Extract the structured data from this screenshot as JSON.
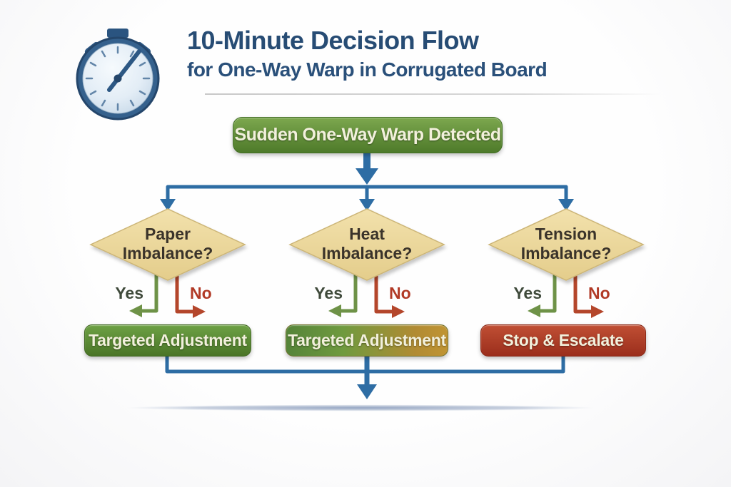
{
  "header": {
    "title": "10-Minute Decision Flow",
    "subtitle": "for One-Way Warp in Corrugated Board"
  },
  "flow": {
    "start": "Sudden One-Way Warp Detected",
    "branches": [
      {
        "question_line1": "Paper",
        "question_line2": "Imbalance?",
        "yes_label": "Yes",
        "no_label": "No",
        "result": "Targeted Adjustment"
      },
      {
        "question_line1": "Heat",
        "question_line2": "Imbalance?",
        "yes_label": "Yes",
        "no_label": "No",
        "result": "Targeted Adjustment"
      },
      {
        "question_line1": "Tension",
        "question_line2": "Imbalance?",
        "yes_label": "Yes",
        "no_label": "No",
        "result": "Stop & Escalate"
      }
    ]
  },
  "icons": {
    "stopwatch": "stopwatch-icon"
  },
  "colors": {
    "title_text": "#274c74",
    "connector_blue": "#2e6da4",
    "start_box_green": "#4e7a2a",
    "diamond_fill": "#eeda9f",
    "yes_green": "#6e9247",
    "no_red": "#b4462b",
    "result_green": "#4a7527",
    "result_gold": "#c09433",
    "result_red": "#9b2e1c",
    "diamond_text": "#3a332a"
  }
}
